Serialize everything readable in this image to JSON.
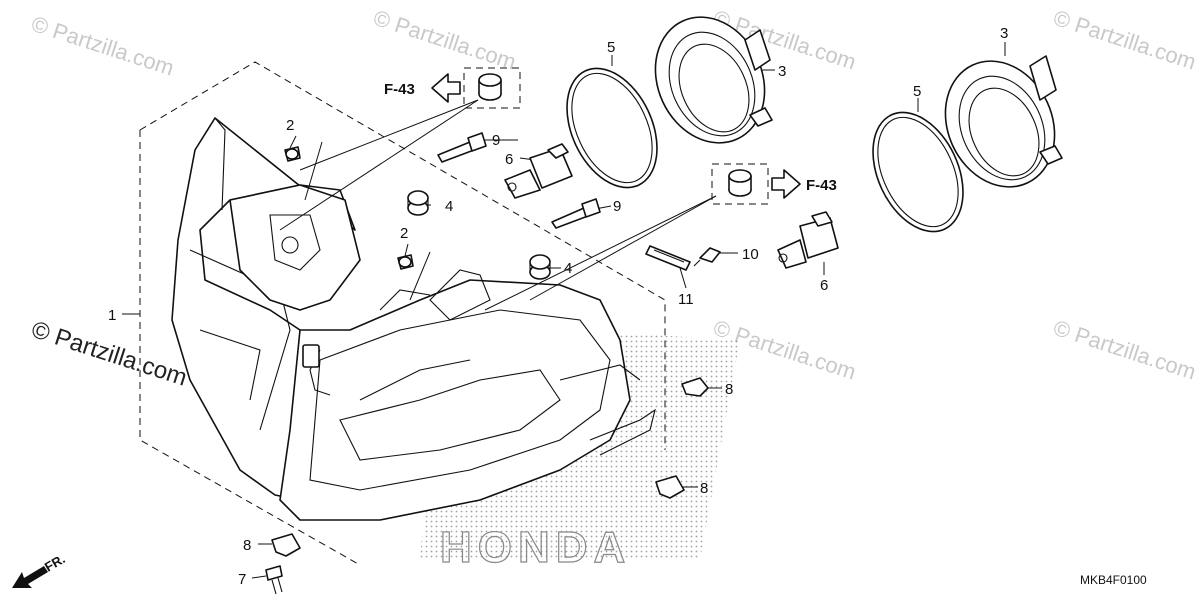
{
  "diagram": {
    "watermarks": [
      "© Partzilla.com",
      "© Partzilla.com",
      "© Partzilla.com",
      "© Partzilla.com",
      "© Partzilla.com",
      "© Partzilla.com"
    ],
    "watermark_main": "© Partzilla.com",
    "brand_watermark": "HONDA",
    "diagram_code": "MKB4F0100",
    "front_indicator": "FR.",
    "refs": {
      "left": "F-43",
      "right": "F-43"
    },
    "callouts": {
      "c1": "1",
      "c2a": "2",
      "c2b": "2",
      "c3a": "3",
      "c3b": "3",
      "c4a": "4",
      "c4b": "4",
      "c5a": "5",
      "c5b": "5",
      "c6a": "6",
      "c6b": "6",
      "c7": "7",
      "c8a": "8",
      "c8b": "8",
      "c8c": "8",
      "c9a": "9",
      "c9b": "9",
      "c10": "10",
      "c11": "11"
    }
  }
}
